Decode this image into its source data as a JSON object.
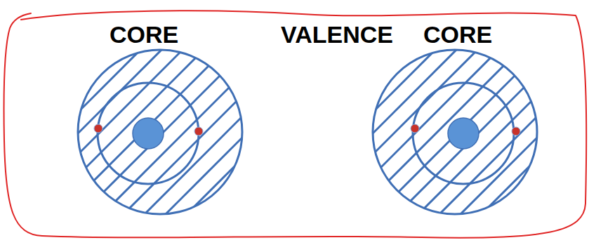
{
  "diagram": {
    "nodes": [
      {
        "text": [
          "VALENCE"
        ]
      },
      {
        "text": [
          "CORE"
        ],
        "in": 0
      },
      {
        "text": [
          "CORE"
        ],
        "in": 0
      }
    ]
  }
}
